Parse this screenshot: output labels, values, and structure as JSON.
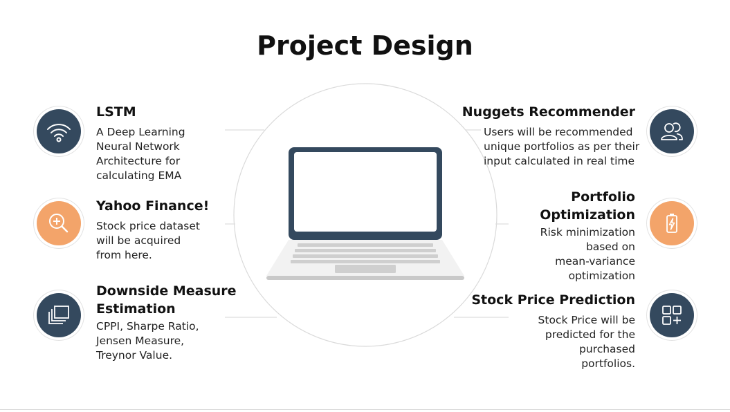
{
  "slide": {
    "title": "Project Design",
    "colors": {
      "navy": "#34495e",
      "orange": "#f3a46a",
      "laptop_frame": "#34495e",
      "circle_outline": "#dadada"
    },
    "left_items": [
      {
        "title_lines": [
          "LSTM"
        ],
        "desc_lines": [
          "A Deep Learning",
          "Neural Network",
          "Architecture for",
          "calculating EMA"
        ],
        "icon": "wifi-icon",
        "color": "navy"
      },
      {
        "title_lines": [
          "Yahoo Finance!"
        ],
        "desc_lines": [
          "Stock price dataset",
          "will be acquired",
          "from here."
        ],
        "icon": "search-plus-icon",
        "color": "orange"
      },
      {
        "title_lines": [
          "Downside Measure",
          "Estimation"
        ],
        "desc_lines": [
          "CPPI, Sharpe Ratio,",
          "Jensen Measure,",
          "Treynor Value."
        ],
        "icon": "stacked-windows-icon",
        "color": "navy"
      }
    ],
    "right_items": [
      {
        "title_lines": [
          "Nuggets Recommender"
        ],
        "desc_lines": [
          "Users will be recommended",
          "unique portfolios as per their",
          "input calculated in real time"
        ],
        "icon": "users-icon",
        "color": "navy"
      },
      {
        "title_lines": [
          "Portfolio",
          "Optimization"
        ],
        "desc_lines": [
          "Risk minimization",
          "based on",
          "mean-variance",
          "optimization"
        ],
        "icon": "battery-charge-icon",
        "color": "orange"
      },
      {
        "title_lines": [
          "Stock Price Prediction"
        ],
        "desc_lines": [
          "Stock Price will be",
          "predicted for the",
          "purchased",
          "portfolios."
        ],
        "icon": "grid-add-icon",
        "color": "navy"
      }
    ]
  }
}
